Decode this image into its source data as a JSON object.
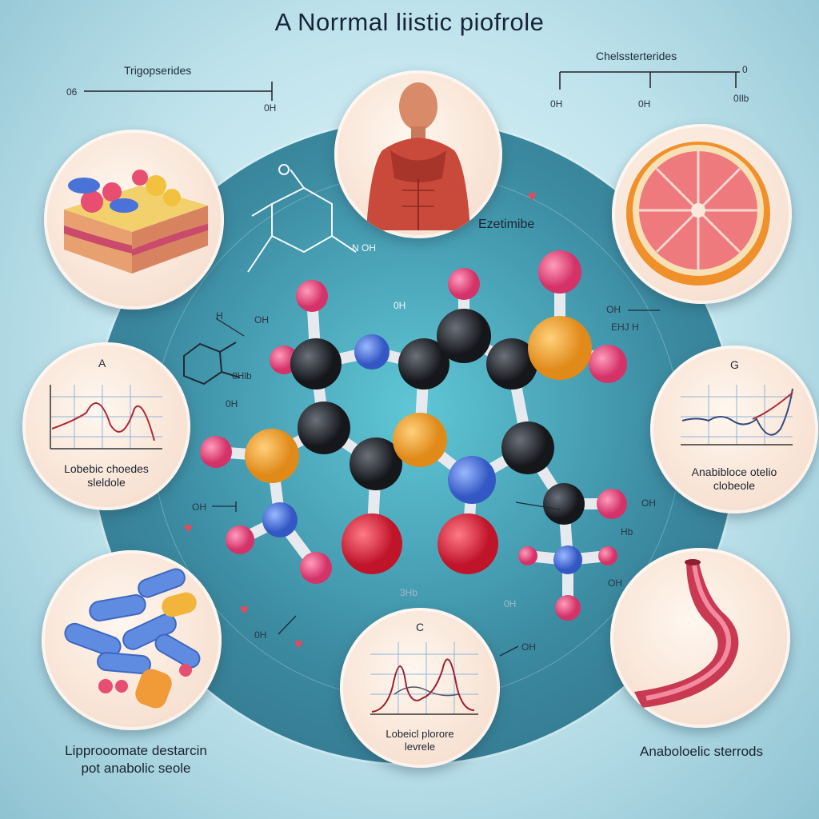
{
  "title": "A  Norrmal  liistic piofrole",
  "top_left_scale": {
    "label": "Trigopserides",
    "left_tick": "06",
    "right_tick": "0H"
  },
  "top_right_scale": {
    "label": "Chelssterterides",
    "ticks": [
      "0H",
      "0H",
      "0Ilb"
    ],
    "end": "0"
  },
  "drug_label": "Ezetimibe",
  "chem_labels": [
    "N OH",
    "H",
    "OH",
    "0H",
    "0H",
    "0Hlb",
    "OH",
    "EHJ H",
    "OH",
    "Hb",
    "OH",
    "OH",
    "3Hb",
    "0H",
    "0H",
    "OH"
  ],
  "panels": {
    "a": {
      "letter": "A",
      "caption_line1": "Lobebic choedes",
      "caption_line2": "sleldole"
    },
    "g": {
      "letter": "G",
      "caption_line1": "Anabibloce otelio",
      "caption_line2": "clobeole"
    },
    "c": {
      "letter": "C",
      "caption_line1": "Lobeicl plorore",
      "caption_line2": "levrele"
    }
  },
  "captions": {
    "bottom_left_line1": "Lipprooomate destarcin",
    "bottom_left_line2": "pot anabolic seole",
    "bottom_right": "Anaboloelic sterrods"
  },
  "icons": [
    "heart-icon",
    "muscle-figure-icon",
    "tissue-block-icon",
    "grapefruit-icon",
    "pills-icon",
    "artery-icon",
    "molecule-icon"
  ],
  "colors": {
    "carbon": "#1f2227",
    "pink_atom": "#e8487a",
    "orange_atom": "#f0a33a",
    "blue_atom": "#4a78d6",
    "red_atom": "#e0283a",
    "bond": "#e9ecef",
    "heart": "#e9475c"
  }
}
